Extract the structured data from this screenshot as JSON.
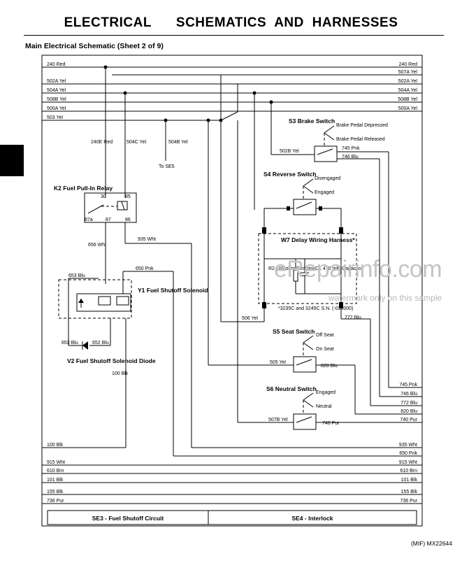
{
  "header": {
    "title": "ELECTRICAL   SCHEMATICS AND HARNESSES",
    "subtitle": "Main Electrical Schematic (Sheet 2 of 9)"
  },
  "figure_id": "(MIF) MX22644",
  "watermark": {
    "text": "eRepairinfo.com",
    "note": "watermark only on this sample"
  },
  "wires_left": [
    "240 Red",
    "502A Yel",
    "504A Yel",
    "508B Yel",
    "500A Yel",
    "503 Yel"
  ],
  "wires_right": [
    "240 Red",
    "507A Yel",
    "502A Yel",
    "504A Yel",
    "508B Yel",
    "500A Yel"
  ],
  "drops": [
    "240E Red",
    "504C Yel",
    "504B Yel",
    "To SE5"
  ],
  "k2": {
    "name": "K2 Fuel Pull-In Relay",
    "pins": [
      "30",
      "85",
      "87a",
      "87",
      "86"
    ]
  },
  "v2": {
    "name": "V2 Fuel Shutoff Solenoid Diode"
  },
  "y1": {
    "name": "Y1 Fuel Shutoff Solenoid"
  },
  "s3": {
    "name": "S3 Brake Switch",
    "states": [
      "Brake Pedal Depressed",
      "Brake Pedal Released"
    ]
  },
  "s4": {
    "name": "S4 Reverse Switch",
    "states": [
      "Disengaged",
      "Engaged"
    ]
  },
  "w7": {
    "name": "W7 Delay Wiring Harness*",
    "r2": "R2 100 ohm Resistor",
    "c1": "C1 470 mfd Capacitor",
    "note": "*3235C and 3245C S.N. (-020000)"
  },
  "s5": {
    "name": "S5 Seat Switch",
    "states": [
      "Off Seat",
      "On Seat"
    ]
  },
  "s6": {
    "name": "S6 Neutral Switch",
    "states": [
      "Engaged",
      "Neutral"
    ]
  },
  "wire_labels": [
    "656 Wht",
    "935 Wht",
    "653 Blu",
    "650 Pnk",
    "652 Blu",
    "100 Blk",
    "502B Yel",
    "745 Pnk",
    "746 Blu",
    "506 Yel",
    "772 Blu",
    "505 Yel",
    "820 Blu",
    "507B Yel",
    "740 Pur"
  ],
  "right_outputs": [
    "745 Pnk",
    "746 Blu",
    "772 Blu",
    "820 Blu",
    "740 Pur"
  ],
  "bottom_left": [
    "100 Blk",
    "915 Wht",
    "610 Brn",
    "101 Blk",
    "155 Blk",
    "736 Pur"
  ],
  "bottom_right": [
    "935 Wht",
    "650 Pnk",
    "915 Wht",
    "610 Brn",
    "101 Blk",
    "155 Blk",
    "736 Pur"
  ],
  "footer": {
    "left": "SE3 - Fuel Shutoff Circuit",
    "right": "SE4 - Interlock"
  }
}
